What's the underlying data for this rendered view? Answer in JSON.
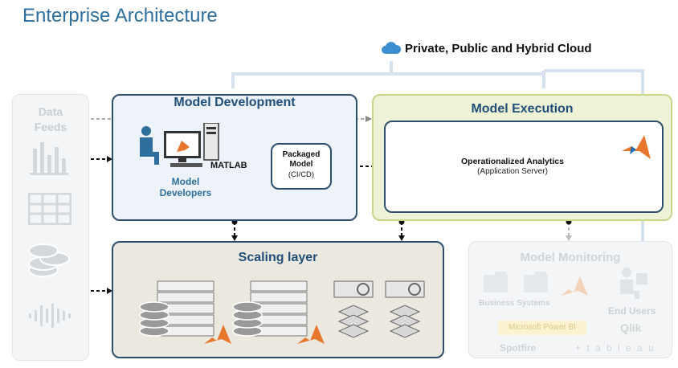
{
  "page": {
    "title": "Enterprise Architecture"
  },
  "cloud": {
    "label": "Private, Public and Hybrid Cloud",
    "icon": "cloud-icon"
  },
  "data_feeds": {
    "label": "Data\nFeeds",
    "icons": [
      "bar-chart-icon",
      "table-icon",
      "coins-icon",
      "audio-wave-icon"
    ]
  },
  "model_development": {
    "title": "Model Development",
    "matlab_label": "MATLAB",
    "developers_label": "Model\nDevelopers",
    "packaged": {
      "line1": "Packaged\nModel",
      "line2": "(CI/CD)"
    }
  },
  "model_execution": {
    "title": "Model Execution",
    "server_line1": "Operationalized Analytics",
    "server_line2": "(Application Server)"
  },
  "scaling_layer": {
    "title": "Scaling layer"
  },
  "model_monitoring": {
    "title": "Model Monitoring",
    "business_systems": "Business Systems",
    "end_users": "End Users",
    "power_bi": "Microsoft Power BI",
    "qlik": "Qlik",
    "spotfire": "Spotfire",
    "tableau": "+ t a b l e a u"
  },
  "colors": {
    "accent": "#2e6f9e",
    "border": "#2e4e70",
    "execution_bg": "#eef2d6",
    "scaling_bg": "#ebe8df"
  }
}
